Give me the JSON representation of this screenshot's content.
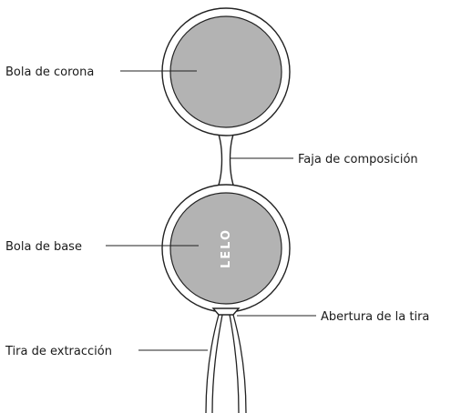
{
  "colors": {
    "ball_fill": "#b3b3b3",
    "outline": "#222222",
    "brand_text": "#ffffff",
    "label_text": "#1a1a1a"
  },
  "brand": "LELO",
  "labels": {
    "crown_ball": "Bola de corona",
    "composition_band": "Faja de composición",
    "base_ball": "Bola de base",
    "cord_opening": "Abertura de la tira",
    "removal_cord": "Tira de extracción"
  }
}
